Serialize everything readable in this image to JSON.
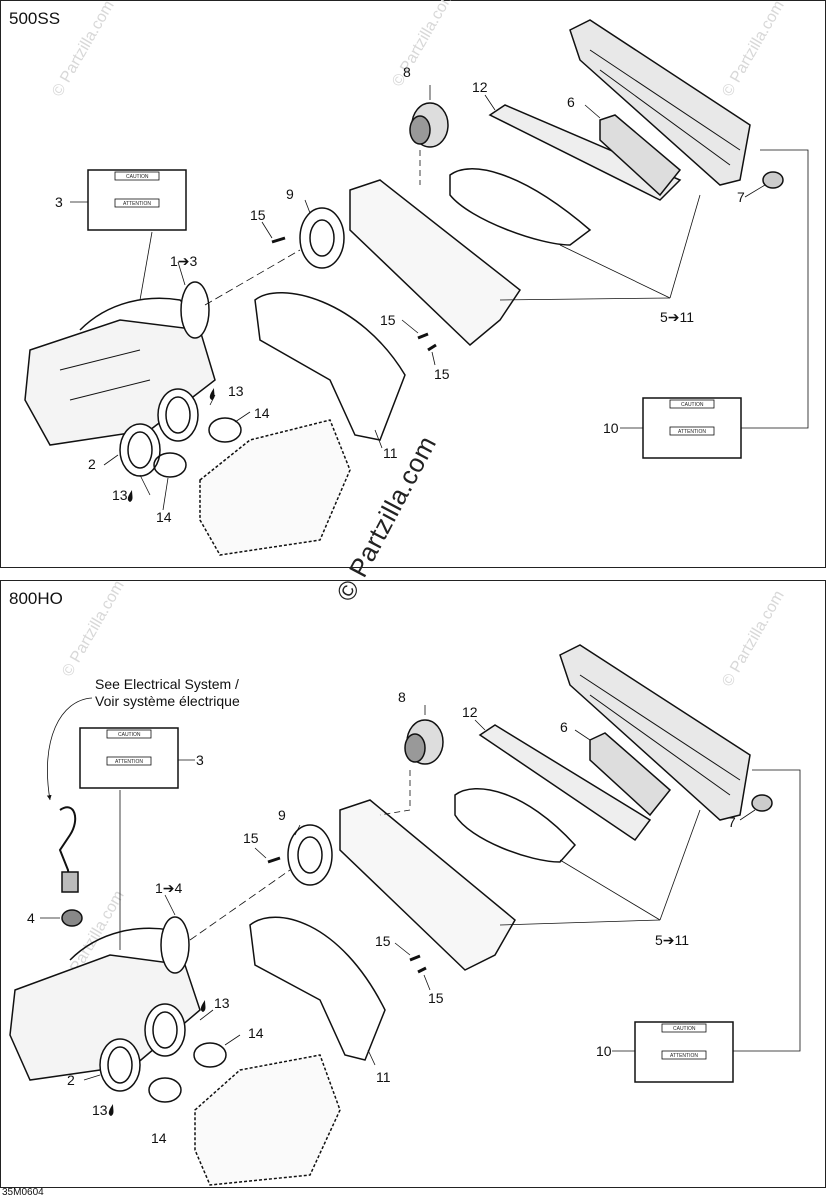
{
  "panels": [
    {
      "title": "500SS"
    },
    {
      "title": "800HO"
    }
  ],
  "watermark": "© Partzilla.com",
  "small_watermark": "© Partzilla.com",
  "note": {
    "line1": "See Electrical System /",
    "line2": "Voir système électrique"
  },
  "labels_top": [
    "8",
    "12",
    "6",
    "3",
    "9",
    "15",
    "7",
    "1➔3",
    "15",
    "15",
    "5➔11",
    "13",
    "14",
    "10",
    "2",
    "11",
    "13",
    "14"
  ],
  "labels_bottom": [
    "8",
    "12",
    "6",
    "3",
    "9",
    "15",
    "7",
    "1➔4",
    "4",
    "15",
    "15",
    "5➔11",
    "13",
    "14",
    "10",
    "2",
    "11",
    "13",
    "14"
  ],
  "decal": {
    "caution": "CAUTION",
    "attention": "ATTENTION"
  },
  "footer_code": "35M0604"
}
